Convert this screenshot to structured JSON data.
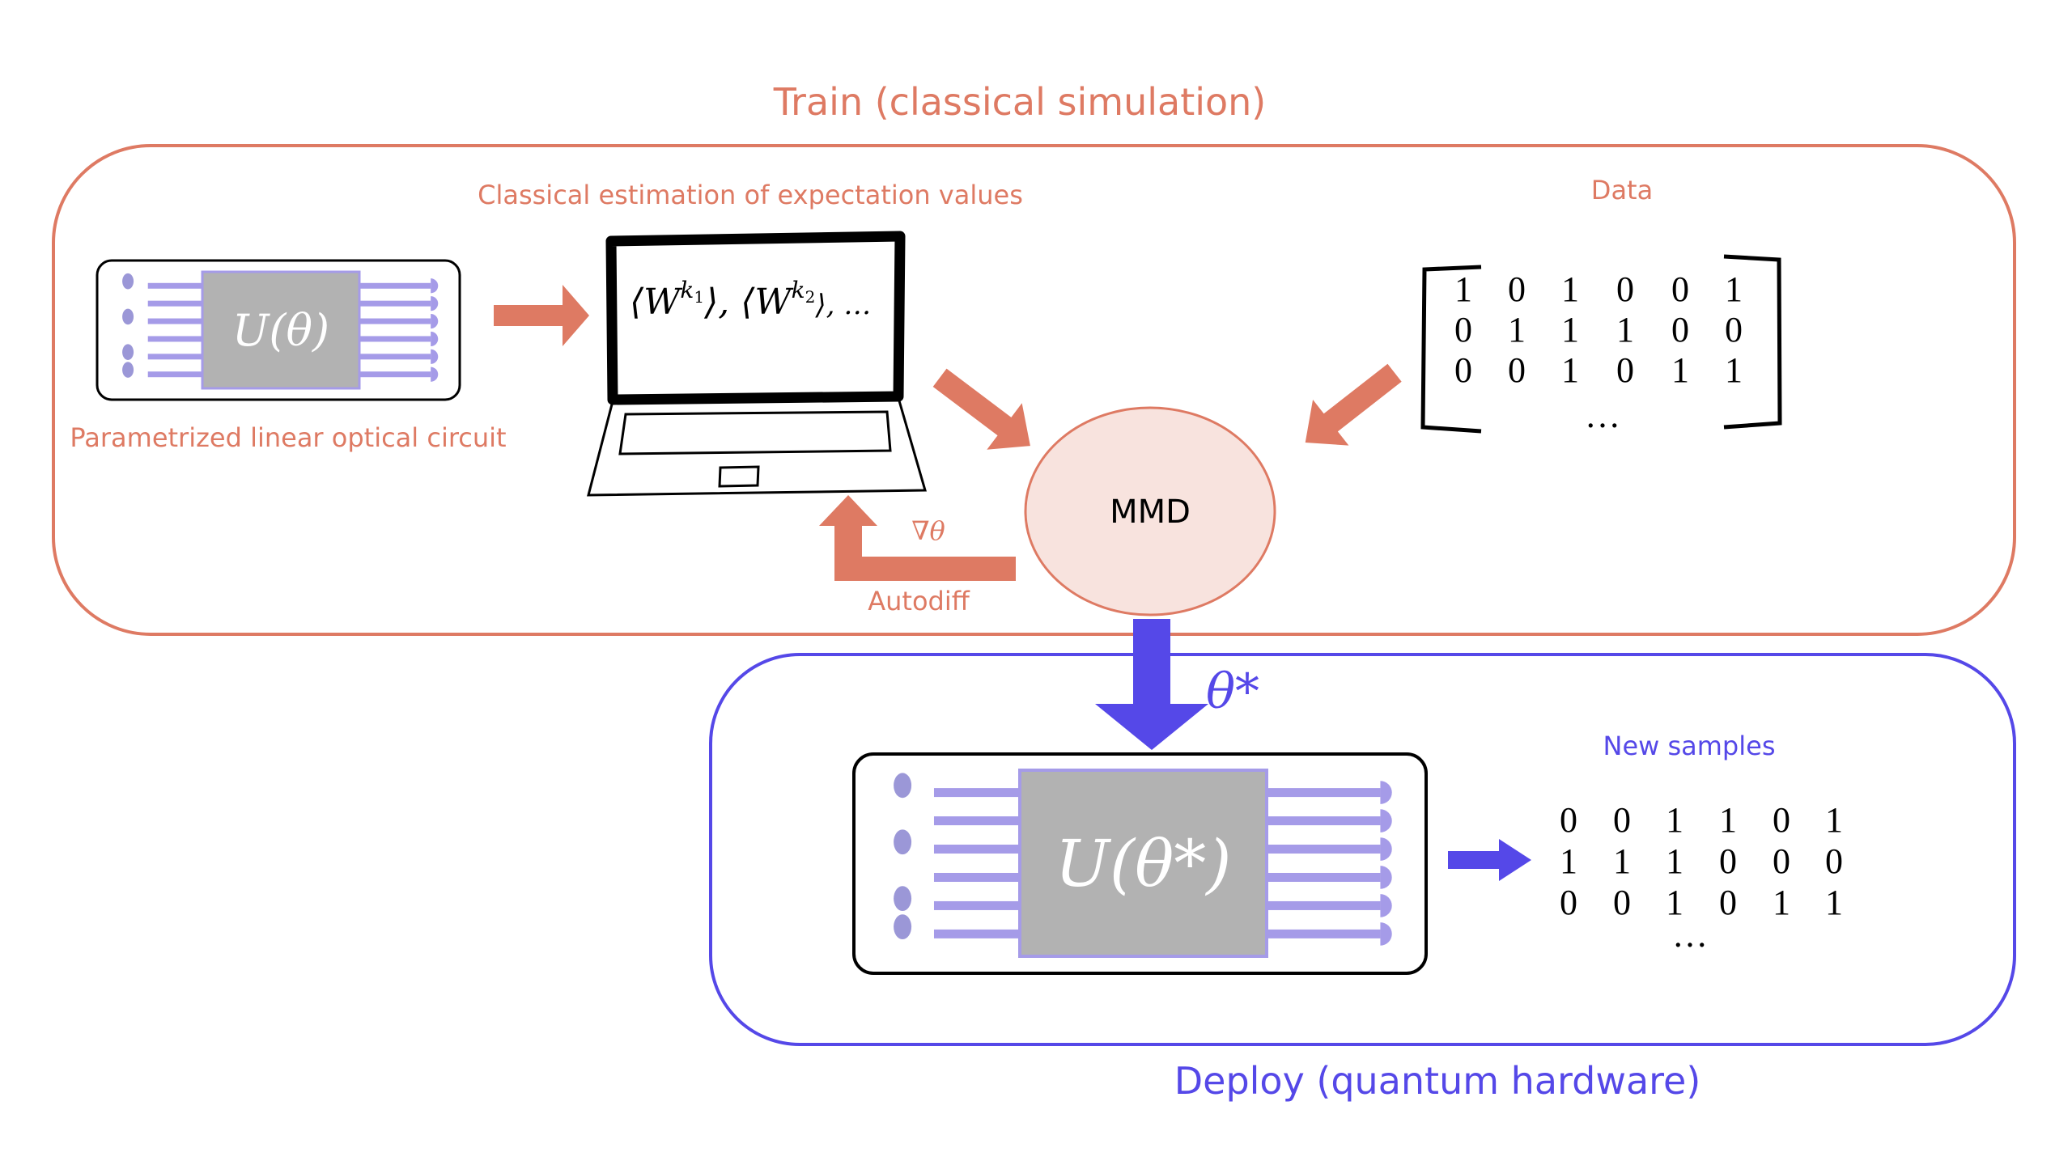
{
  "colors": {
    "train": "#de7a63",
    "deploy": "#5548e8",
    "mmd_fill": "#f8e3de",
    "unitary_fill": "#b2b2b2",
    "waveguide": "#a59be8",
    "photon": "#8a85d0"
  },
  "train": {
    "title": "Train (classical simulation)",
    "circuit_label": "Parametrized linear optical circuit",
    "unitary": "U(θ)",
    "laptop_label": "Classical estimation of expectation values",
    "laptop_screen": "⟨W",
    "screen_expr": {
      "w1": "⟨W",
      "k1": "k",
      "s1": "1",
      "close1": "⟩, ",
      "w2": "⟨W",
      "k2": "k",
      "s2": "2",
      "close2": "⟩, …"
    },
    "data_label": "Data",
    "data_matrix": [
      [
        "1",
        "0",
        "1",
        "0",
        "0",
        "1"
      ],
      [
        "0",
        "1",
        "1",
        "1",
        "0",
        "0"
      ],
      [
        "0",
        "0",
        "1",
        "0",
        "1",
        "1"
      ]
    ],
    "data_ellipsis": "…",
    "mmd": "MMD",
    "gradient": "∇θ",
    "autodiff": "Autodiff"
  },
  "transfer": {
    "params": "θ*"
  },
  "deploy": {
    "title": "Deploy (quantum hardware)",
    "unitary": "U(θ*)",
    "samples_label": "New samples",
    "samples": [
      [
        "0",
        "0",
        "1",
        "1",
        "0",
        "1"
      ],
      [
        "1",
        "1",
        "1",
        "0",
        "0",
        "0"
      ],
      [
        "0",
        "0",
        "1",
        "0",
        "1",
        "1"
      ]
    ],
    "samples_ellipsis": "…"
  }
}
